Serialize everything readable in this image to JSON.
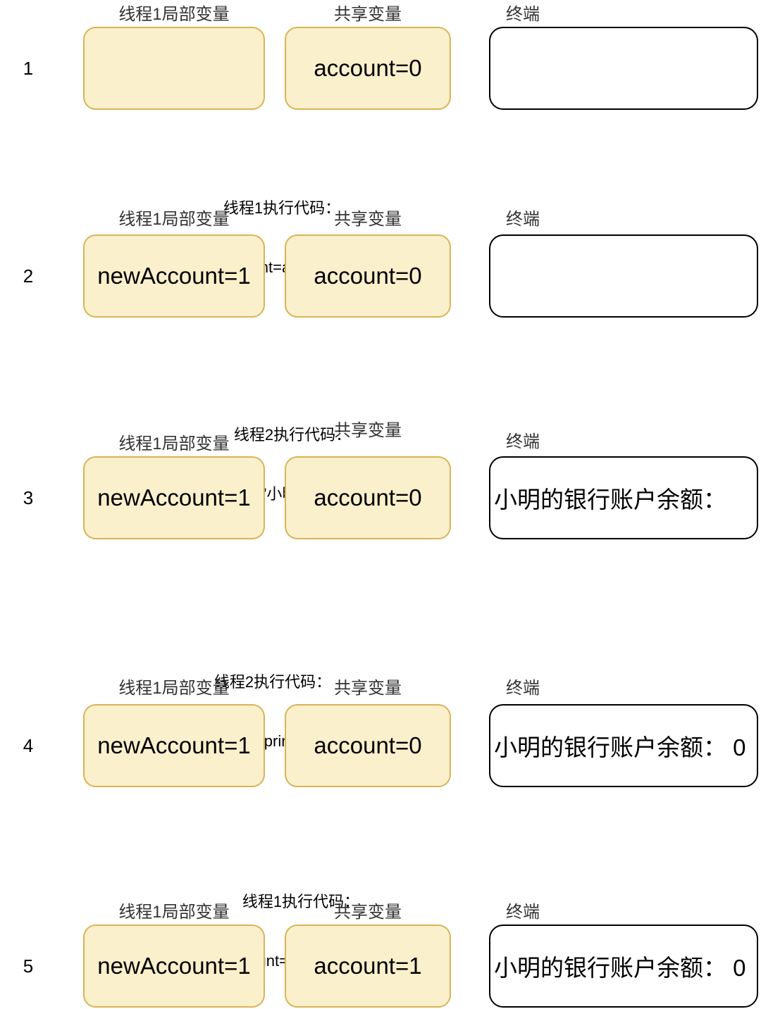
{
  "colors": {
    "box_fill": "#FBF0CC",
    "box_border": "#D8B455",
    "terminal_fill": "#FFFFFF",
    "terminal_border": "#000000",
    "text": "#000000",
    "label_text": "#333333"
  },
  "column_labels": {
    "local": "线程1局部变量",
    "shared": "共享变量",
    "terminal": "终端"
  },
  "steps": [
    {
      "number": "1",
      "local_value": "",
      "shared_value": "account=0",
      "terminal_text": ""
    },
    {
      "number": "2",
      "header": {
        "line1": "线程1执行代码：",
        "line2": "int newAccount=account+money;"
      },
      "local_value": "newAccount=1",
      "shared_value": "account=0",
      "terminal_text": ""
    },
    {
      "number": "3",
      "header": {
        "line1": "线程2执行代码：",
        "line2": "System.out.print(\"小明的银行账户余额： \");"
      },
      "local_value": "newAccount=1",
      "shared_value": "account=0",
      "terminal_text": "小明的银行账户余额："
    },
    {
      "number": "4",
      "header": {
        "line1": "线程2执行代码：",
        "line2": "System.out.print(account);"
      },
      "local_value": "newAccount=1",
      "shared_value": "account=0",
      "terminal_text": "小明的银行账户余额： 0"
    },
    {
      "number": "5",
      "header": {
        "line1": "线程1执行代码：",
        "line2": "account=newAccount;"
      },
      "local_value": "newAccount=1",
      "shared_value": "account=1",
      "terminal_text": "小明的银行账户余额： 0"
    }
  ]
}
